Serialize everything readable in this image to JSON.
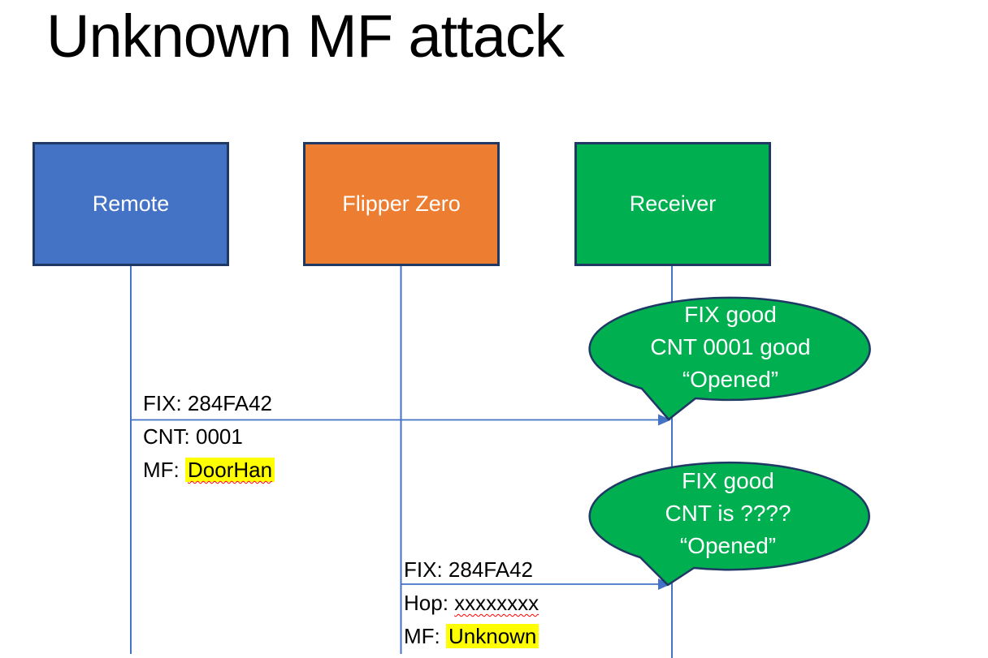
{
  "title": "Unknown MF attack",
  "actors": {
    "remote": {
      "label": "Remote"
    },
    "flipper": {
      "label": "Flipper Zero"
    },
    "receiver": {
      "label": "Receiver"
    }
  },
  "messages": {
    "m1": {
      "from": "Remote",
      "to": "Receiver",
      "line1": "FIX: 284FA42",
      "line2": "CNT: 0001",
      "line3_prefix": "MF: ",
      "line3_value": "DoorHan"
    },
    "m2": {
      "from": "Flipper Zero",
      "to": "Receiver",
      "line1": "FIX: 284FA42",
      "line2_prefix": "Hop: ",
      "line2_value": "xxxxxxxx",
      "line3_prefix": "MF: ",
      "line3_value": "Unknown"
    }
  },
  "callouts": {
    "c1": {
      "line1": "FIX good",
      "line2": "CNT 0001 good",
      "line3": "“Opened”"
    },
    "c2": {
      "line1": "FIX good",
      "line2": "CNT is ????",
      "line3": "“Opened”"
    }
  },
  "colors": {
    "remote_fill": "#4472C4",
    "flipper_fill": "#ED7D31",
    "receiver_fill": "#00B050",
    "callout_fill": "#00B050",
    "shape_border": "#1F3864",
    "line_blue": "#4472C4",
    "highlight_yellow": "#FFFF00",
    "squiggle_red": "#FF0000",
    "text_black": "#000000",
    "text_white": "#FFFFFF"
  }
}
